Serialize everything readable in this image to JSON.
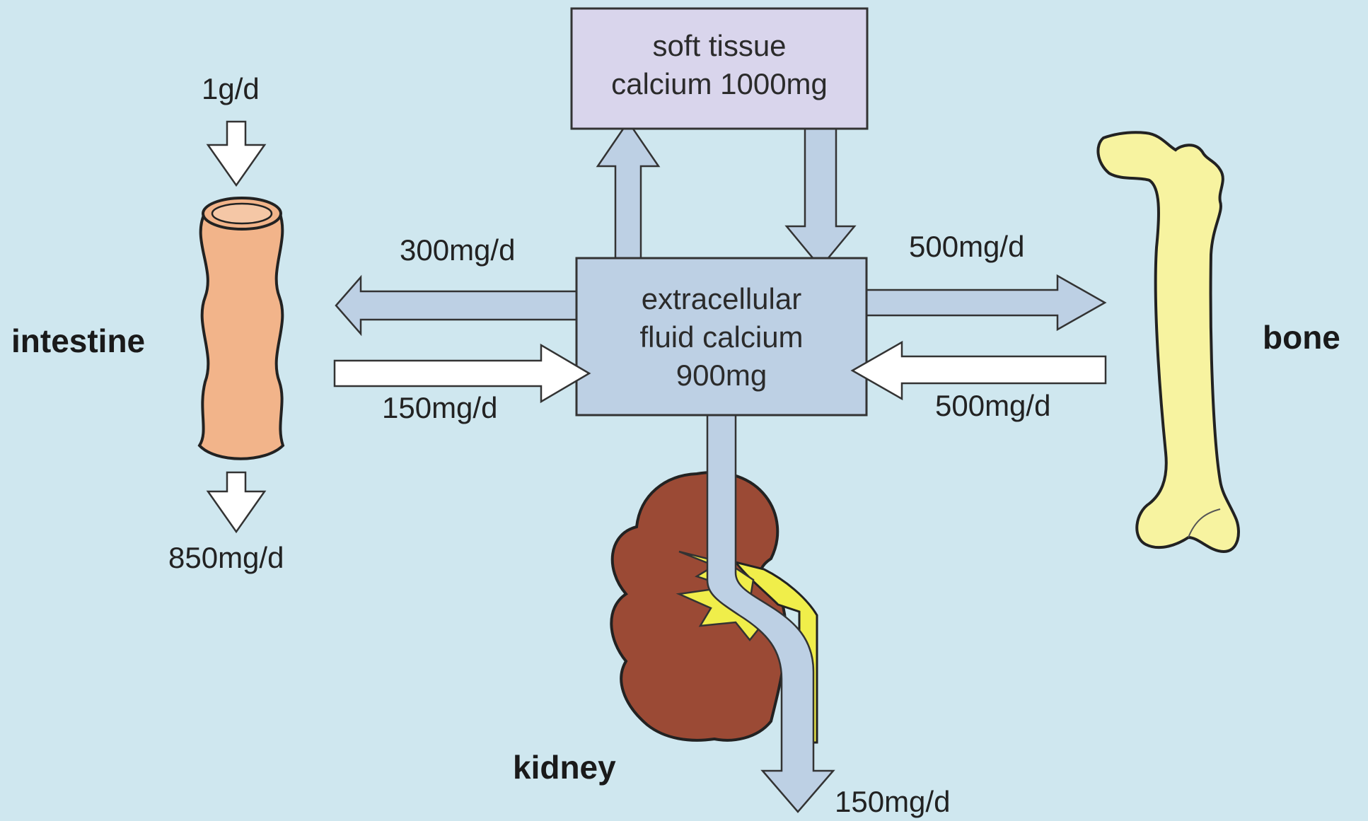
{
  "boxes": {
    "soft_tissue": {
      "line1": "soft tissue",
      "line2": "calcium 1000mg"
    },
    "ecf": {
      "line1": "extracellular",
      "line2": "fluid calcium",
      "line3": "900mg"
    }
  },
  "organs": {
    "intestine": "intestine",
    "bone": "bone",
    "kidney": "kidney"
  },
  "flows": {
    "intake": "1g/d",
    "fecal_excretion": "850mg/d",
    "ecf_to_intestine": "300mg/d",
    "intestine_to_ecf": "150mg/d",
    "ecf_to_bone": "500mg/d",
    "bone_to_ecf": "500mg/d",
    "urinary_excretion": "150mg/d"
  },
  "colors": {
    "background": "#cfe7ef",
    "soft_tissue_box": "#d9d5ec",
    "ecf_box": "#bdd0e4",
    "flow_arrow": "#bdd0e4",
    "white_arrow": "#ffffff",
    "intestine": "#f2b48a",
    "bone": "#f7f3a0",
    "kidney": "#9b4a35",
    "renal_pelvis": "#f0ee4a"
  }
}
